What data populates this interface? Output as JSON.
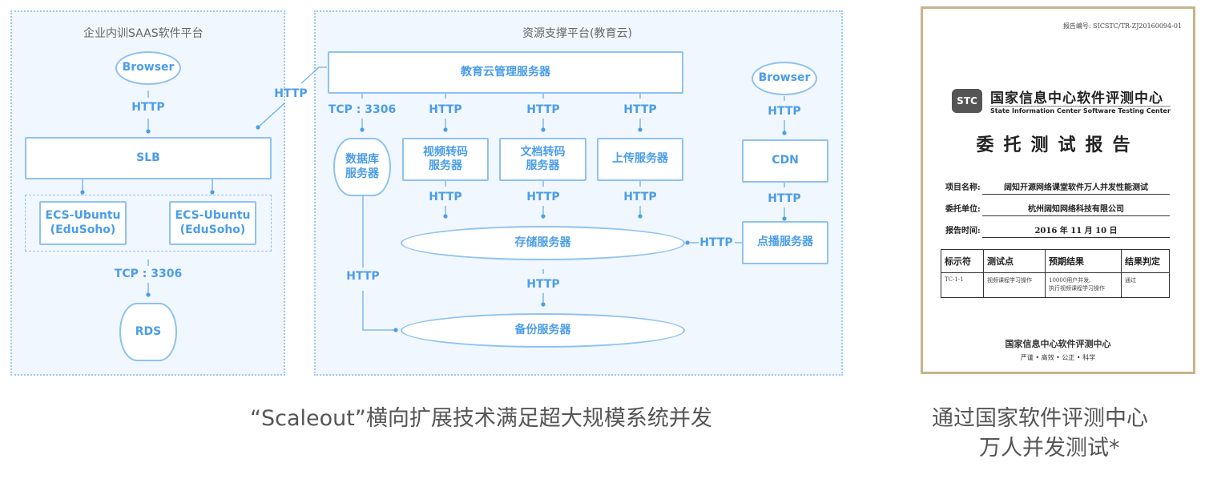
{
  "left_panel": {
    "title": "企业内训SAAS软件平台",
    "browser": "Browser",
    "http_browser_slb": "HTTP",
    "slb": "SLB",
    "ecs_1": "ECS-Ubuntu\n(EduSoho)",
    "ecs_2": "ECS-Ubuntu\n(EduSoho)",
    "tcp_label": "TCP : 3306",
    "rds": "RDS"
  },
  "cross_link_label": "HTTP",
  "right_panel": {
    "title": "资源支撑平台(教育云)",
    "mgmt_server": "教育云管理服务器",
    "tcp_label": "TCP : 3306",
    "db_server": "数据库\n服务器",
    "video_transcode": "视频转码\n服务器",
    "doc_transcode": "文档转码\n服务器",
    "upload_server": "上传服务器",
    "storage_server": "存储服务器",
    "backup_server": "备份服务器",
    "browser": "Browser",
    "cdn": "CDN",
    "vod_server": "点播服务器",
    "http": "HTTP"
  },
  "report": {
    "report_no": "报告编号: SICSTC/TR-ZJ20160094-01",
    "logo_text": "STC",
    "org_name": "国家信息中心软件评测中心",
    "org_name_en": "State Information Center Software Testing Center",
    "title": "委托测试报告",
    "fields": [
      {
        "label": "项目名称:",
        "value": "阔知开源网络课堂软件万人并发性能测试"
      },
      {
        "label": "委托单位:",
        "value": "杭州阔知网络科技有限公司"
      },
      {
        "label": "报告时间:",
        "value": "2016 年 11 月 10 日"
      }
    ],
    "table": {
      "headers": [
        "标示符",
        "测试点",
        "预期结果",
        "结果判定"
      ],
      "rows": [
        [
          "TC-1-1",
          "视频课程学习操作",
          "10000用户并发,\n执行视频课程学习操作",
          "通过"
        ]
      ]
    },
    "footer_org": "国家信息中心软件评测中心",
    "footer_motto": "严谨 • 高效 • 公正 • 科学"
  },
  "captions": {
    "left": "“Scaleout”横向扩展技术满足超大规模系统并发",
    "right_line1": "通过国家软件评测中心",
    "right_line2": "万人并发测试*"
  },
  "colors": {
    "accent": "#4a9de9",
    "panel_bg": "#f1f7fe",
    "border": "#8ec2f3",
    "frame": "#c8b38a"
  }
}
